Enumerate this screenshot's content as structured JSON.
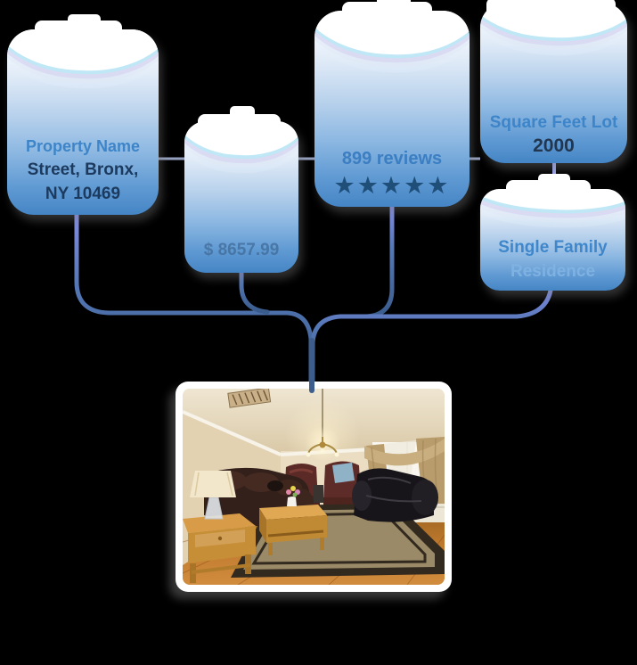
{
  "background_color": "#000000",
  "diagram": {
    "nodes": {
      "property": {
        "title": "Property Name",
        "address_line1": "Street, Bronx,",
        "address_line2": "NY 10469"
      },
      "price": {
        "value": "$ 8657.99"
      },
      "reviews": {
        "label": "899 reviews",
        "stars": "★★★★★",
        "rating": 5
      },
      "lot": {
        "label": "Square Feet Lot",
        "value": "2000"
      },
      "residence_type": {
        "line1": "Single Family",
        "line2": "Residence"
      }
    },
    "colors": {
      "node_gradient_top": "#ffffff",
      "node_gradient_bottom": "#4585c5",
      "label_blue": "#3d85c8",
      "dark_navy": "#1c3a5e",
      "price_muted_blue": "#44719f",
      "star_blue": "#1f4e79",
      "connector_tree_blue": "#4a6fa5",
      "connector_light_periwinkle": "#8a8fee",
      "top_link_gray_blue": "#95a0bf"
    },
    "center_photo": {
      "alt": "living-room-photo"
    }
  }
}
